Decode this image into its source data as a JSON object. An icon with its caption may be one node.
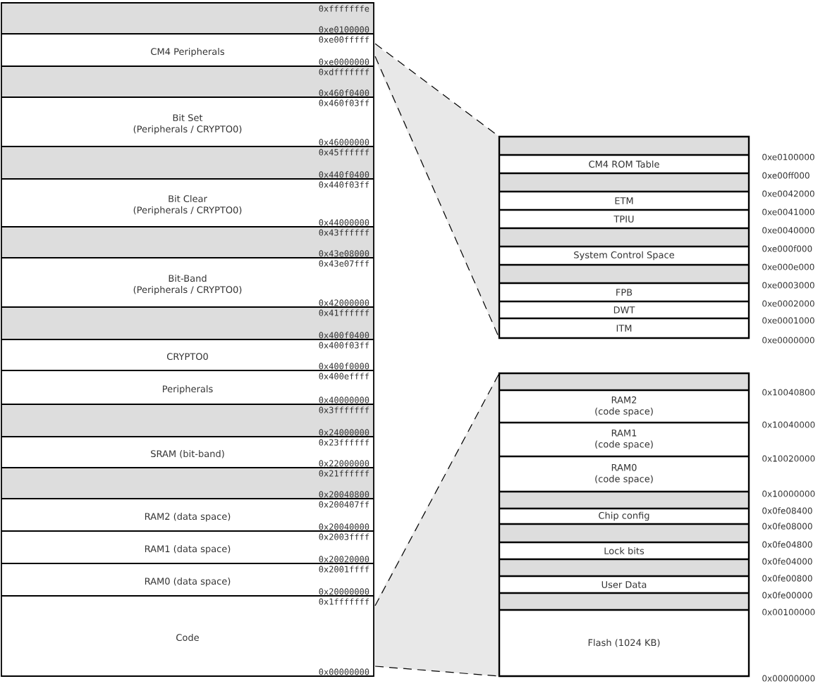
{
  "diagram": {
    "nodes": [
      {
        "text": [
          "0xfffffffe",
          "0xe0100000"
        ]
      },
      {
        "text": [
          "CM4 Peripherals",
          "0xe00fffff",
          "0xe0000000"
        ]
      },
      {
        "text": [
          "0xdfffffff",
          "0x460f0400"
        ]
      },
      {
        "text": [
          "Bit Set",
          "(Peripherals / CRYPTO0)",
          "0x460f03ff",
          "0x46000000"
        ]
      },
      {
        "text": [
          "0x45ffffff",
          "0x440f0400"
        ]
      },
      {
        "text": [
          "Bit Clear",
          "(Peripherals / CRYPTO0)",
          "0x440f03ff",
          "0x44000000"
        ]
      },
      {
        "text": [
          "0x43ffffff",
          "0x43e08000"
        ]
      },
      {
        "text": [
          "Bit-Band",
          "(Peripherals / CRYPTO0)",
          "0x43e07fff",
          "0x42000000"
        ]
      },
      {
        "text": [
          "0x41ffffff",
          "0x400f0400"
        ]
      },
      {
        "text": [
          "CRYPTO0",
          "0x400f03ff",
          "0x400f0000"
        ]
      },
      {
        "text": [
          "Peripherals",
          "0x400effff",
          "0x40000000"
        ]
      },
      {
        "text": [
          "0x3fffffff",
          "0x24000000"
        ]
      },
      {
        "text": [
          "SRAM (bit-band)",
          "0x23ffffff",
          "0x22000000"
        ]
      },
      {
        "text": [
          "0x21ffffff",
          "0x20040800"
        ]
      },
      {
        "text": [
          "RAM2 (data space)",
          "0x200407ff",
          "0x20040000"
        ]
      },
      {
        "text": [
          "RAM1 (data space)",
          "0x2003ffff",
          "0x20020000"
        ]
      },
      {
        "text": [
          "RAM0 (data space)",
          "0x2001ffff",
          "0x20000000"
        ]
      },
      {
        "text": [
          "Code",
          "0x1fffffff",
          "0x00000000"
        ]
      },
      {
        "text": [],
        "shape": "box"
      },
      {
        "text": [],
        "shape": "box",
        "in": 18
      },
      {
        "text": [
          "CM4 ROM Table"
        ],
        "in": 18
      },
      {
        "text": [],
        "shape": "box",
        "in": 18
      },
      {
        "text": [
          "ETM"
        ],
        "in": 18
      },
      {
        "text": [
          "TPIU"
        ],
        "in": 18
      },
      {
        "text": [],
        "shape": "box",
        "in": 18
      },
      {
        "text": [
          "System Control Space"
        ],
        "in": 18
      },
      {
        "text": [],
        "shape": "box",
        "in": 18
      },
      {
        "text": [
          "FPB"
        ],
        "in": 18
      },
      {
        "text": [
          "DWT"
        ],
        "in": 18
      },
      {
        "text": [
          "ITM"
        ],
        "in": 18
      },
      {
        "text": [],
        "shape": "box"
      },
      {
        "text": [],
        "shape": "box",
        "in": 30
      },
      {
        "text": [
          "RAM2",
          "(code space)"
        ],
        "in": 30
      },
      {
        "text": [
          "RAM1",
          "(code space)"
        ],
        "in": 30
      },
      {
        "text": [
          "RAM0",
          "(code space)"
        ],
        "in": 30
      },
      {
        "text": [],
        "shape": "box",
        "in": 30
      },
      {
        "text": [
          "Chip config"
        ],
        "in": 30
      },
      {
        "text": [],
        "shape": "box",
        "in": 30
      },
      {
        "text": [
          "Lock bits"
        ],
        "in": 30
      },
      {
        "text": [],
        "shape": "box",
        "in": 30
      },
      {
        "text": [
          "User Data"
        ],
        "in": 30
      },
      {
        "text": [],
        "shape": "box",
        "in": 30
      },
      {
        "text": [
          "Flash (1024 KB)"
        ],
        "in": 30
      }
    ],
    "edges": [
      {
        "from": 1,
        "to": 18,
        "arrow": "none",
        "style": "dashed"
      },
      {
        "from": 1,
        "to": 18,
        "arrow": "none",
        "style": "dashed"
      },
      {
        "from": 17,
        "to": 30,
        "arrow": "none",
        "style": "dashed"
      },
      {
        "from": 17,
        "to": 30,
        "arrow": "none",
        "style": "dashed"
      }
    ],
    "labels": [
      "0xe0100000",
      "0xe00ff000",
      "0xe0042000",
      "0xe0041000",
      "0xe0040000",
      "0xe000f000",
      "0xe000e000",
      "0xe0003000",
      "0xe0002000",
      "0xe0001000",
      "0xe0000000",
      "0x10040800",
      "0x10040000",
      "0x10020000",
      "0x10000000",
      "0x0fe08400",
      "0x0fe08000",
      "0x0fe04800",
      "0x0fe04000",
      "0x0fe00800",
      "0x0fe00000",
      "0x00100000",
      "0x00000000"
    ]
  }
}
